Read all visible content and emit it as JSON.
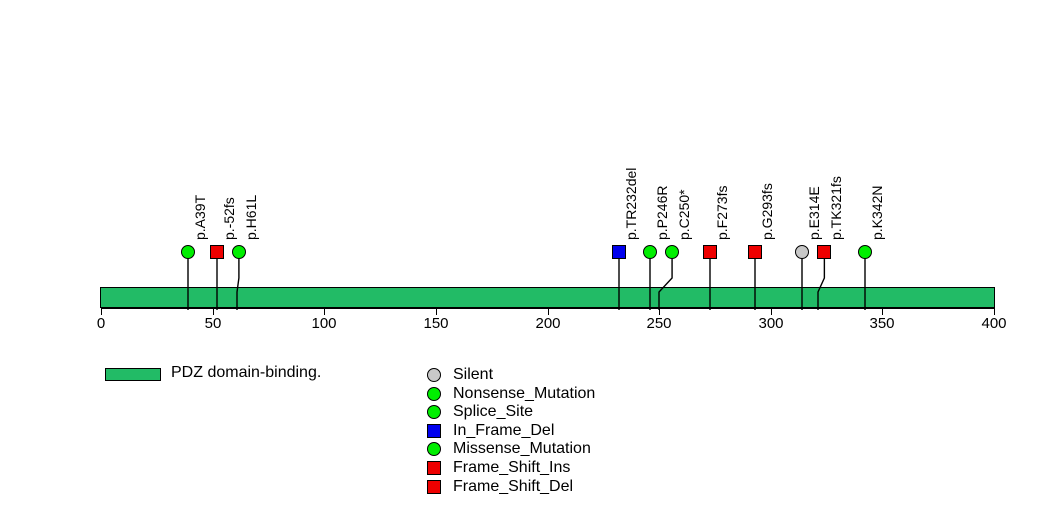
{
  "chart_data": {
    "type": "lollipop",
    "title": "",
    "xlabel": "",
    "ylabel": "",
    "xlim": [
      0,
      400
    ],
    "axis_ticks": [
      0,
      50,
      100,
      150,
      200,
      250,
      300,
      350,
      400
    ],
    "axis_tick_labels": [
      "0",
      "50",
      "100",
      "150",
      "200",
      "250",
      "300",
      "350",
      "400"
    ],
    "grid": false,
    "protein_length": 400,
    "domains": [
      {
        "name": "PDZ domain-binding.",
        "start": 0,
        "end": 400,
        "color": "#22bb66"
      }
    ],
    "mutations": [
      {
        "label": "p.A39T",
        "position": 39,
        "type": "Missense_Mutation",
        "shape": "circle",
        "color": "#00ee00"
      },
      {
        "label": "p.-52fs",
        "position": 52,
        "type": "Frame_Shift_Del",
        "shape": "square",
        "color": "#ee0000"
      },
      {
        "label": "p.H61L",
        "position": 61,
        "type": "Missense_Mutation",
        "shape": "circle",
        "color": "#00ee00"
      },
      {
        "label": "p.TR232del",
        "position": 232,
        "type": "In_Frame_Del",
        "shape": "square",
        "color": "#0000ee"
      },
      {
        "label": "p.P246R",
        "position": 246,
        "type": "Missense_Mutation",
        "shape": "circle",
        "color": "#00ee00"
      },
      {
        "label": "p.C250*",
        "position": 250,
        "type": "Nonsense_Mutation",
        "shape": "circle",
        "color": "#00ee00"
      },
      {
        "label": "p.F273fs",
        "position": 273,
        "type": "Frame_Shift_Del",
        "shape": "square",
        "color": "#ee0000"
      },
      {
        "label": "p.G293fs",
        "position": 293,
        "type": "Frame_Shift_Del",
        "shape": "square",
        "color": "#ee0000"
      },
      {
        "label": "p.E314E",
        "position": 314,
        "type": "Silent",
        "shape": "circle",
        "color": "#c8c8c8"
      },
      {
        "label": "p.TK321fs",
        "position": 321,
        "type": "Frame_Shift_Ins",
        "shape": "square",
        "color": "#ee0000"
      },
      {
        "label": "p.K342N",
        "position": 342,
        "type": "Missense_Mutation",
        "shape": "circle",
        "color": "#00ee00"
      }
    ],
    "legend_mutation_types": [
      {
        "label": "Silent",
        "shape": "circle",
        "color": "#c8c8c8"
      },
      {
        "label": "Nonsense_Mutation",
        "shape": "circle",
        "color": "#00ee00"
      },
      {
        "label": "Splice_Site",
        "shape": "circle",
        "color": "#00ee00"
      },
      {
        "label": "In_Frame_Del",
        "shape": "square",
        "color": "#0000ee"
      },
      {
        "label": "Missense_Mutation",
        "shape": "circle",
        "color": "#00ee00"
      },
      {
        "label": "Frame_Shift_Ins",
        "shape": "square",
        "color": "#ee0000"
      },
      {
        "label": "Frame_Shift_Del",
        "shape": "square",
        "color": "#ee0000"
      }
    ],
    "legend_domain": [
      {
        "label": "PDZ domain-binding.",
        "color": "#22bb66"
      }
    ]
  },
  "colors": {
    "domain_green": "#22bb66",
    "marker_green": "#00ee00",
    "marker_red": "#ee0000",
    "marker_blue": "#0000ee",
    "marker_gray": "#c8c8c8",
    "outline": "#000000",
    "background": "#ffffff"
  }
}
